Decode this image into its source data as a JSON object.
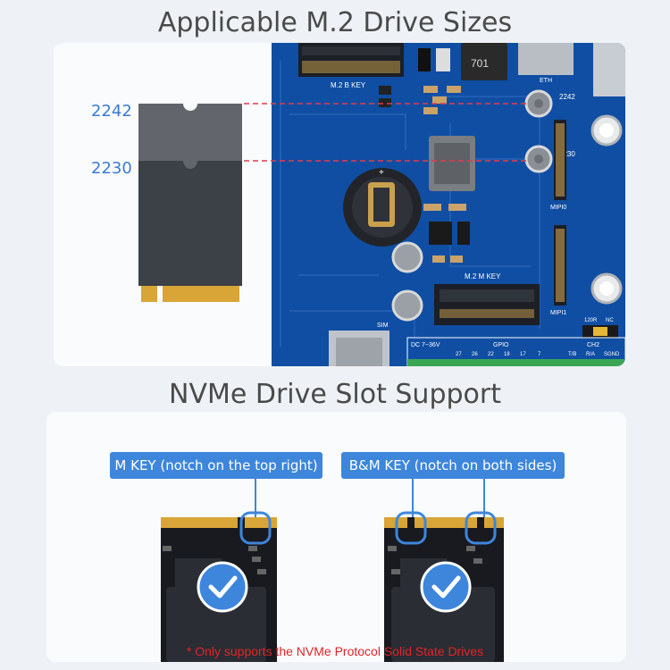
{
  "section1": {
    "title": "Applicable M.2 Drive Sizes",
    "size_labels": [
      "2242",
      "2230"
    ]
  },
  "board": {
    "silk": {
      "m2_bkey": "M.2 B KEY",
      "eth": "ETH",
      "chip": "701",
      "mount_2242": "2242",
      "mount_2230": "2230",
      "mipi0": "MIPI0",
      "mipi1": "MIPI1",
      "m2_mkey": "M.2 M KEY",
      "sim": "SIM",
      "term_120r": "120R",
      "term_nc": "NC",
      "dc": "DC 7~36V",
      "gpio": "GPIO",
      "ch2": "CH2",
      "pins": [
        "27",
        "26",
        "22",
        "18",
        "17",
        "7"
      ],
      "tr": "T/B",
      "ra": "R/A",
      "sgnd": "SGND"
    }
  },
  "section2": {
    "title": "NVMe Drive Slot Support",
    "m_key_label": "M KEY (notch on the top right)",
    "bm_key_label": "B&M KEY (notch on both sides)"
  },
  "footnote": "* Only supports the NVMe Protocol Solid State Drives",
  "colors": {
    "accent_blue": "#3d86dc",
    "label_blue": "#3a7bd5",
    "pcb_blue": "#0f4ea3",
    "gold": "#d9a536",
    "warning_red": "#e2232a"
  }
}
